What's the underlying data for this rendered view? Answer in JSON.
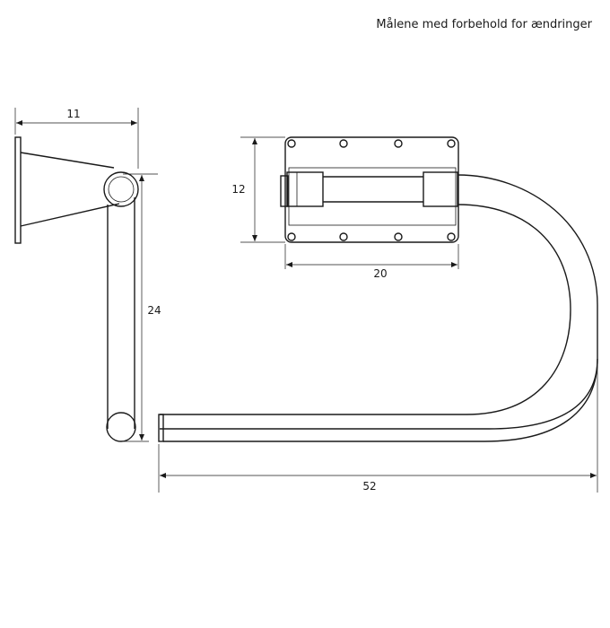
{
  "header": {
    "note": "Målene med forbehold for ændringer"
  },
  "dimensions": {
    "side_depth": "11",
    "side_height": "24",
    "plate_height": "12",
    "plate_width": "20",
    "total_width": "52"
  }
}
